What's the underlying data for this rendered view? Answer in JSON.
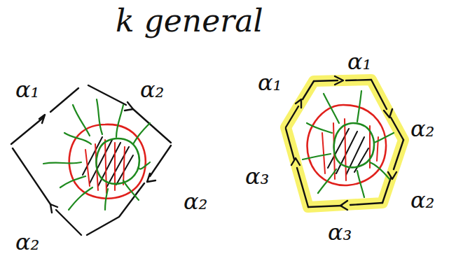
{
  "diagram": {
    "title": "k general",
    "labels": [
      "α₁",
      "α₂",
      "α₂",
      "α₂",
      "α₁",
      "α₁",
      "α₂",
      "α₂",
      "α₃",
      "α₃"
    ]
  }
}
